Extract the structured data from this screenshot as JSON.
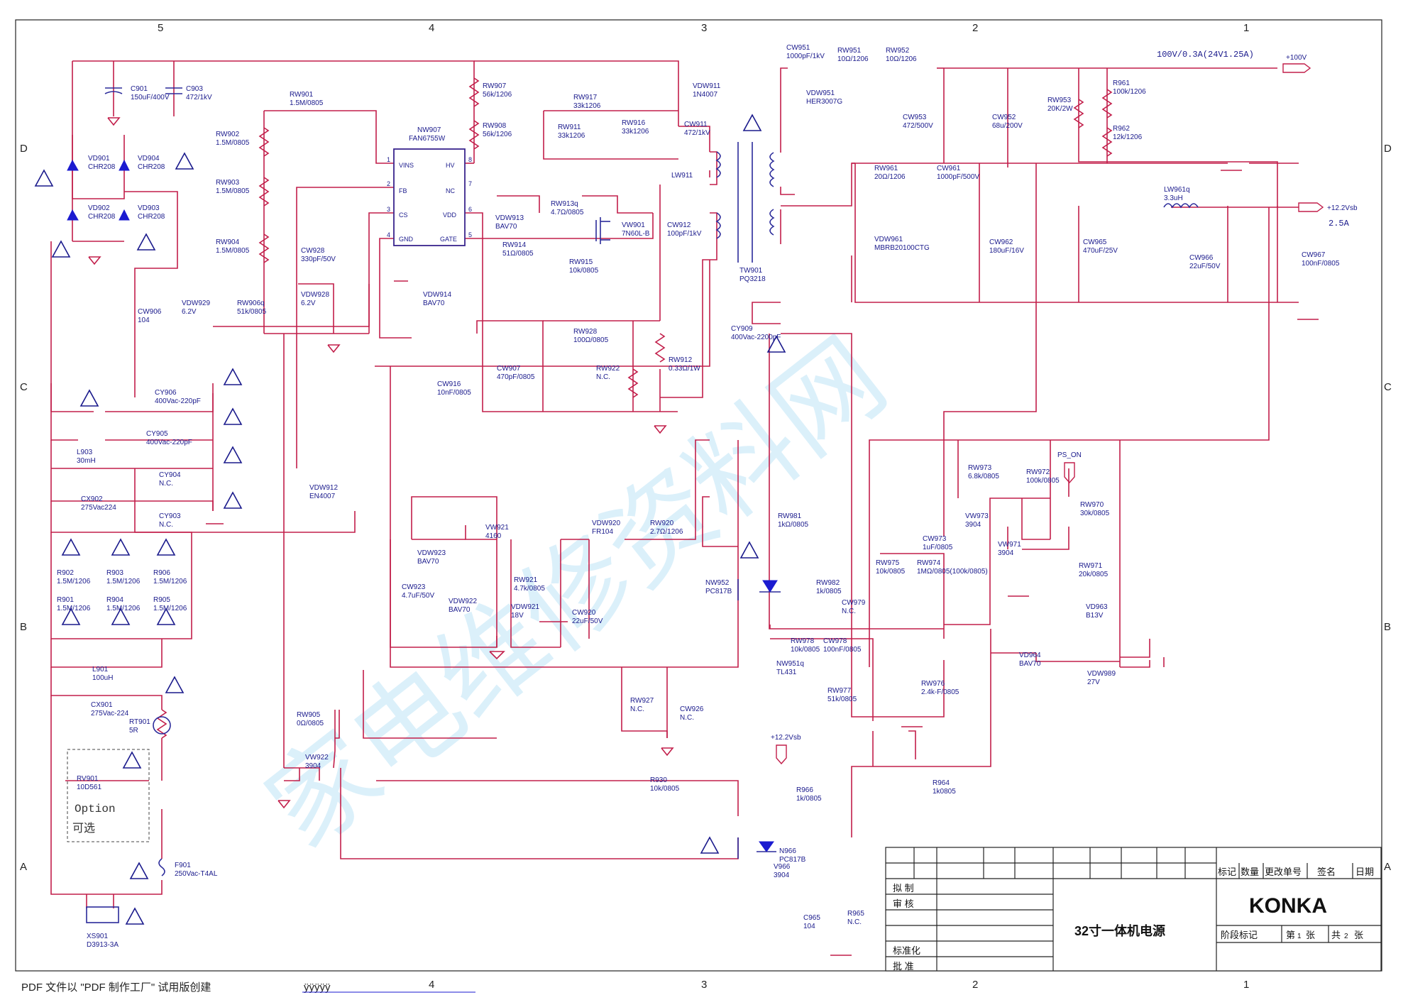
{
  "sheet": {
    "zones_top": [
      "5",
      "4",
      "3",
      "2",
      "1"
    ],
    "zones_side": [
      "D",
      "C",
      "B",
      "A"
    ],
    "footer": "PDF 文件以 \"PDF 制作工厂\" 试用版创建",
    "footer_link": "ÿÿÿÿÿ",
    "watermark": "家电维修资料网"
  },
  "notes": {
    "out100": "100V/0.3A(24V1.25A)",
    "v100": "+100V",
    "v12": "+12.2Vsb",
    "a25": "2.5A",
    "ps_on": "PS_ON",
    "v12b": "+12.2Vsb",
    "option1": "Option",
    "option2": "可选"
  },
  "ic": {
    "ref": "NW907",
    "part": "FAN6755W",
    "pins_left": [
      "VINS",
      "FB",
      "CS",
      "GND"
    ],
    "pins_right": [
      "HV",
      "NC",
      "VDD",
      "GATE"
    ],
    "nums_left": [
      "1",
      "2",
      "3",
      "4"
    ],
    "nums_right": [
      "8",
      "7",
      "6",
      "5"
    ]
  },
  "components": [
    {
      "ref": "C901",
      "val": "150uF/400V"
    },
    {
      "ref": "C903",
      "val": "472/1kV"
    },
    {
      "ref": "RW901",
      "val": "1.5M/0805"
    },
    {
      "ref": "RW902",
      "val": "1.5M/0805"
    },
    {
      "ref": "RW903",
      "val": "1.5M/0805"
    },
    {
      "ref": "RW904",
      "val": "1.5M/0805"
    },
    {
      "ref": "VD901",
      "val": "CHR208"
    },
    {
      "ref": "VD904",
      "val": "CHR208"
    },
    {
      "ref": "VD902",
      "val": "CHR208"
    },
    {
      "ref": "VD903",
      "val": "CHR208"
    },
    {
      "ref": "RW907",
      "val": "56k/1206"
    },
    {
      "ref": "RW908",
      "val": "56k/1206"
    },
    {
      "ref": "RW917",
      "val": "33k1206"
    },
    {
      "ref": "RW911",
      "val": "33k1206"
    },
    {
      "ref": "RW916",
      "val": "33k1206"
    },
    {
      "ref": "VDW911",
      "val": "1N4007"
    },
    {
      "ref": "CW911",
      "val": "472/1kV"
    },
    {
      "ref": "LW911",
      "val": ""
    },
    {
      "ref": "VDW913",
      "val": "BAV70"
    },
    {
      "ref": "RW913q",
      "val": "4.7Ω/0805"
    },
    {
      "ref": "VW901",
      "val": "7N60L-B"
    },
    {
      "ref": "CW912",
      "val": "100pF/1kV"
    },
    {
      "ref": "RW914",
      "val": "51Ω/0805"
    },
    {
      "ref": "RW915",
      "val": "10k/0805"
    },
    {
      "ref": "CW928",
      "val": "330pF/50V"
    },
    {
      "ref": "VDW928",
      "val": "6.2V"
    },
    {
      "ref": "VDW914",
      "val": "BAV70"
    },
    {
      "ref": "CW906",
      "val": "104"
    },
    {
      "ref": "VDW929",
      "val": "6.2V"
    },
    {
      "ref": "RW906q",
      "val": "51k/0805"
    },
    {
      "ref": "RW928",
      "val": "100Ω/0805"
    },
    {
      "ref": "CW907",
      "val": "470pF/0805"
    },
    {
      "ref": "RW922",
      "val": "N.C."
    },
    {
      "ref": "RW912",
      "val": "0.33Ω/1W"
    },
    {
      "ref": "CW916",
      "val": "10nF/0805"
    },
    {
      "ref": "CY906",
      "val": "400Vac-220pF"
    },
    {
      "ref": "CY905",
      "val": "400Vac-220pF"
    },
    {
      "ref": "CY904",
      "val": "N.C."
    },
    {
      "ref": "CY903",
      "val": "N.C."
    },
    {
      "ref": "L903",
      "val": "30mH"
    },
    {
      "ref": "CX902",
      "val": "275Vac224"
    },
    {
      "ref": "VDW912",
      "val": "EN4007"
    },
    {
      "ref": "R902",
      "val": "1.5M/1206"
    },
    {
      "ref": "R903",
      "val": "1.5M/1206"
    },
    {
      "ref": "R906",
      "val": "1.5M/1206"
    },
    {
      "ref": "R901",
      "val": "1.5M/1206"
    },
    {
      "ref": "R904",
      "val": "1.5M/1206"
    },
    {
      "ref": "R905",
      "val": "1.5M/1206"
    },
    {
      "ref": "L901",
      "val": "100uH"
    },
    {
      "ref": "CX901",
      "val": "275Vac-224"
    },
    {
      "ref": "RT901",
      "val": "5R"
    },
    {
      "ref": "RV901",
      "val": "10D561"
    },
    {
      "ref": "F901",
      "val": "250Vac-T4AL"
    },
    {
      "ref": "XS901",
      "val": "D3913-3A"
    },
    {
      "ref": "VDW923",
      "val": "BAV70"
    },
    {
      "ref": "VW921",
      "val": "4160"
    },
    {
      "ref": "VDW922",
      "val": "BAV70"
    },
    {
      "ref": "RW921",
      "val": "4.7k/0805"
    },
    {
      "ref": "VDW921",
      "val": "18V"
    },
    {
      "ref": "CW920",
      "val": "22uF/50V"
    },
    {
      "ref": "CW923",
      "val": "4.7uF/50V"
    },
    {
      "ref": "VDW920",
      "val": "FR104"
    },
    {
      "ref": "RW920",
      "val": "2.7Ω/1206"
    },
    {
      "ref": "RW927",
      "val": "N.C."
    },
    {
      "ref": "CW926",
      "val": "N.C."
    },
    {
      "ref": "RW905",
      "val": "0Ω/0805"
    },
    {
      "ref": "VW922",
      "val": "3904"
    },
    {
      "ref": "R930",
      "val": "10k/0805"
    },
    {
      "ref": "CW951",
      "val": "1000pF/1kV"
    },
    {
      "ref": "RW951",
      "val": "10Ω/1206"
    },
    {
      "ref": "RW952",
      "val": "10Ω/1206"
    },
    {
      "ref": "VDW951",
      "val": "HER3007G"
    },
    {
      "ref": "CW953",
      "val": "472/500V"
    },
    {
      "ref": "CW952",
      "val": "68u/200V"
    },
    {
      "ref": "RW953",
      "val": "20K/2W"
    },
    {
      "ref": "R961",
      "val": "100k/1206"
    },
    {
      "ref": "R962",
      "val": "12k/1206"
    },
    {
      "ref": "TW901",
      "val": "PQ3218"
    },
    {
      "ref": "CY909",
      "val": "400Vac-2200pF"
    },
    {
      "ref": "RW961",
      "val": "20Ω/1206"
    },
    {
      "ref": "CW961",
      "val": "1000pF/500V"
    },
    {
      "ref": "VDW961",
      "val": "MBRB20100CTG"
    },
    {
      "ref": "LW961q",
      "val": "3.3uH"
    },
    {
      "ref": "CW962",
      "val": "180uF/16V"
    },
    {
      "ref": "CW965",
      "val": "470uF/25V"
    },
    {
      "ref": "CW966",
      "val": "22uF/50V"
    },
    {
      "ref": "CW967",
      "val": "100nF/0805"
    },
    {
      "ref": "RW973",
      "val": "6.8k/0805"
    },
    {
      "ref": "RW972",
      "val": "100k/0805"
    },
    {
      "ref": "VW973",
      "val": "3904"
    },
    {
      "ref": "VW971",
      "val": "3904"
    },
    {
      "ref": "RW970",
      "val": "30k/0805"
    },
    {
      "ref": "RW971",
      "val": "20k/0805"
    },
    {
      "ref": "RW981",
      "val": "1kΩ/0805"
    },
    {
      "ref": "CW973",
      "val": "1uF/0805"
    },
    {
      "ref": "RW975",
      "val": "10k/0805"
    },
    {
      "ref": "RW974",
      "val": "1MΩ/0805(100k/0805)"
    },
    {
      "ref": "NW952",
      "val": "PC817B"
    },
    {
      "ref": "RW982",
      "val": "1k/0805"
    },
    {
      "ref": "CW979",
      "val": "N.C."
    },
    {
      "ref": "RW978",
      "val": "10k/0805"
    },
    {
      "ref": "CW978",
      "val": "100nF/0805"
    },
    {
      "ref": "NW951q",
      "val": "TL431"
    },
    {
      "ref": "RW977",
      "val": "51k/0805"
    },
    {
      "ref": "RW976",
      "val": "2.4k-F/0805"
    },
    {
      "ref": "VD963",
      "val": "B13V"
    },
    {
      "ref": "VD964",
      "val": "BAV70"
    },
    {
      "ref": "VDW989",
      "val": "27V"
    },
    {
      "ref": "R966",
      "val": "1k/0805"
    },
    {
      "ref": "N966",
      "val": "PC817B"
    },
    {
      "ref": "V966",
      "val": "3904"
    },
    {
      "ref": "C965",
      "val": "104"
    },
    {
      "ref": "R965",
      "val": "N.C."
    },
    {
      "ref": "R964",
      "val": "1k0805"
    }
  ],
  "title_block": {
    "h1": "标记",
    "h2": "数量",
    "h3": "更改单号",
    "h4": "签名",
    "h5": "日期",
    "r1": "拟  制",
    "r2": "审  核",
    "r3": "标准化",
    "r4": "批  准",
    "title": "32寸一体机电源",
    "brand": "KONKA",
    "stage": "阶段标记",
    "sheet_a": "第",
    "sheet_n": "1",
    "sheet_b": "张",
    "total_a": "共",
    "total_n": "2",
    "total_b": "张"
  }
}
